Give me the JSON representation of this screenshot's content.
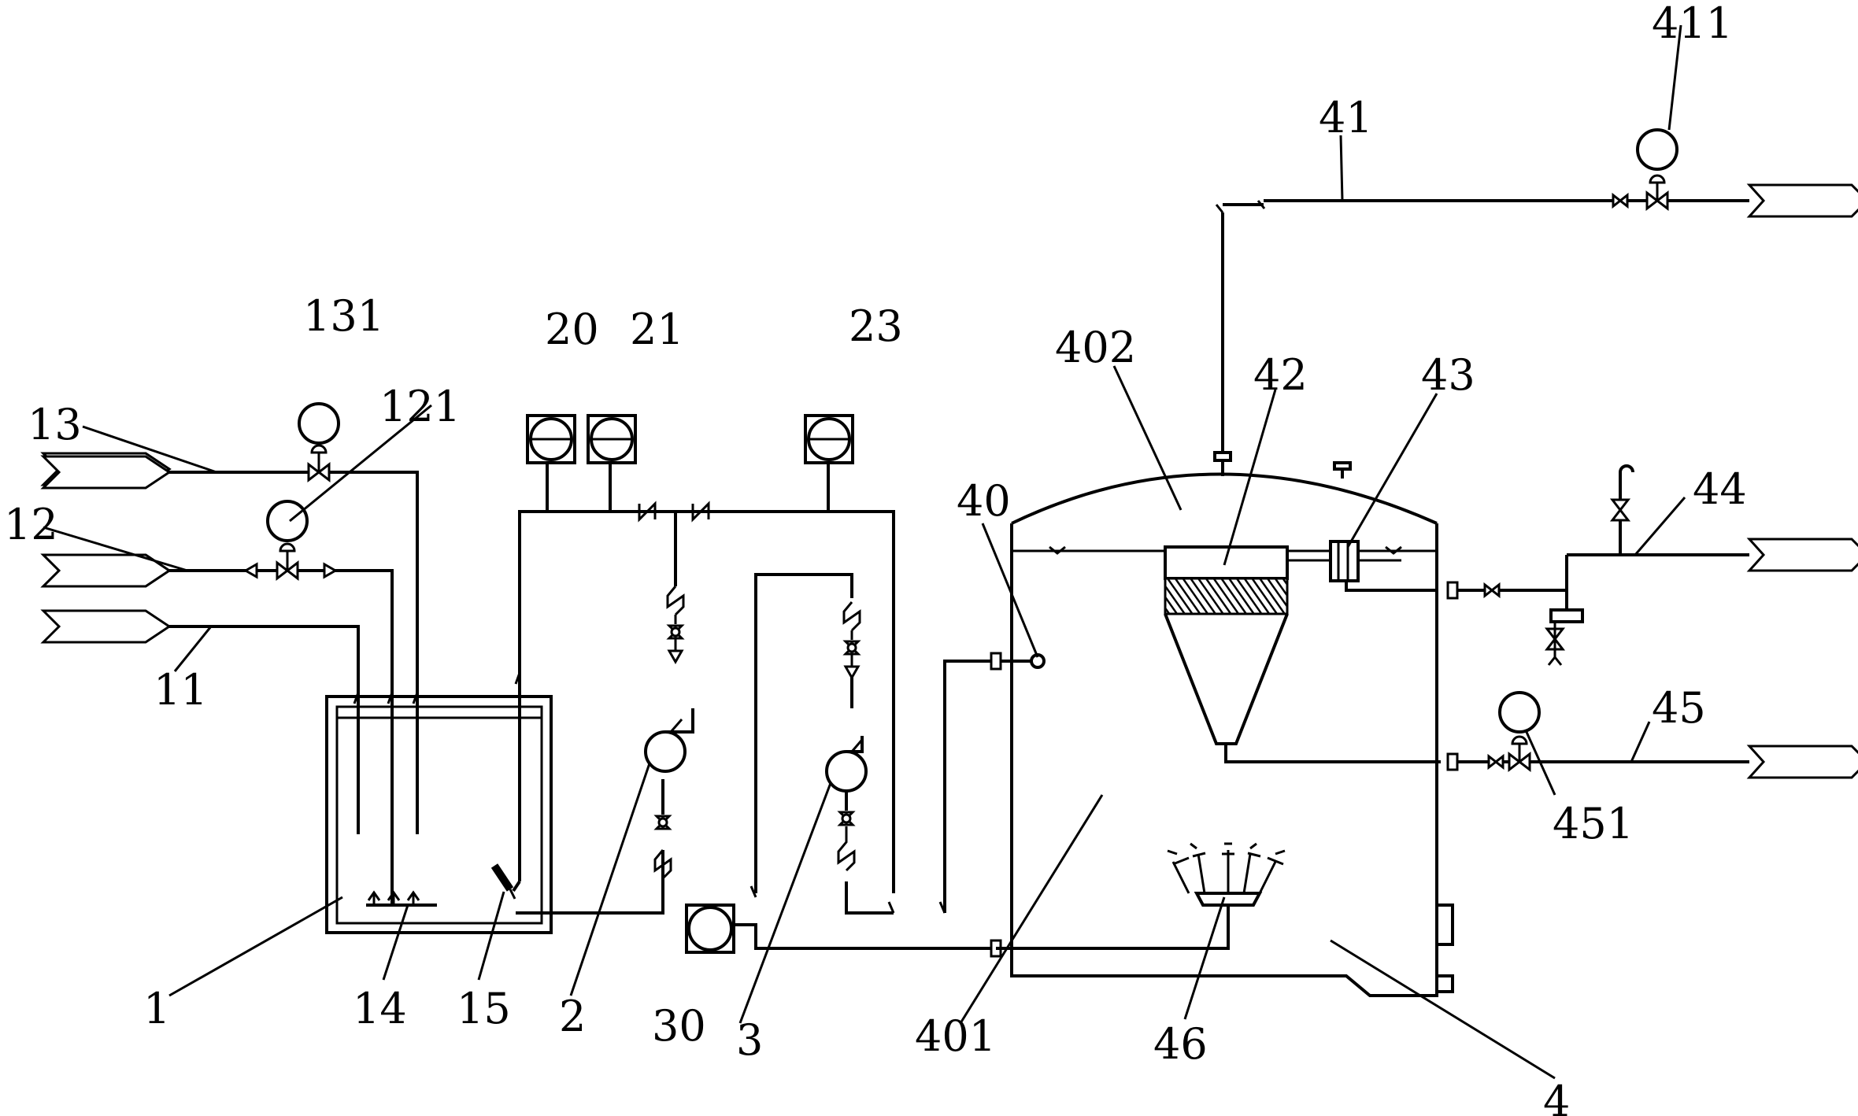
{
  "labels": {
    "l1": "1",
    "l2": "2",
    "l3": "3",
    "l4": "4",
    "l11": "11",
    "l12": "12",
    "l13": "13",
    "l14": "14",
    "l15": "15",
    "l20": "20",
    "l21": "21",
    "l23": "23",
    "l30": "30",
    "l40": "40",
    "l41": "41",
    "l42": "42",
    "l43": "43",
    "l44": "44",
    "l45": "45",
    "l46": "46",
    "l121": "121",
    "l131": "131",
    "l401": "401",
    "l402": "402",
    "l411": "411",
    "l451": "451"
  }
}
